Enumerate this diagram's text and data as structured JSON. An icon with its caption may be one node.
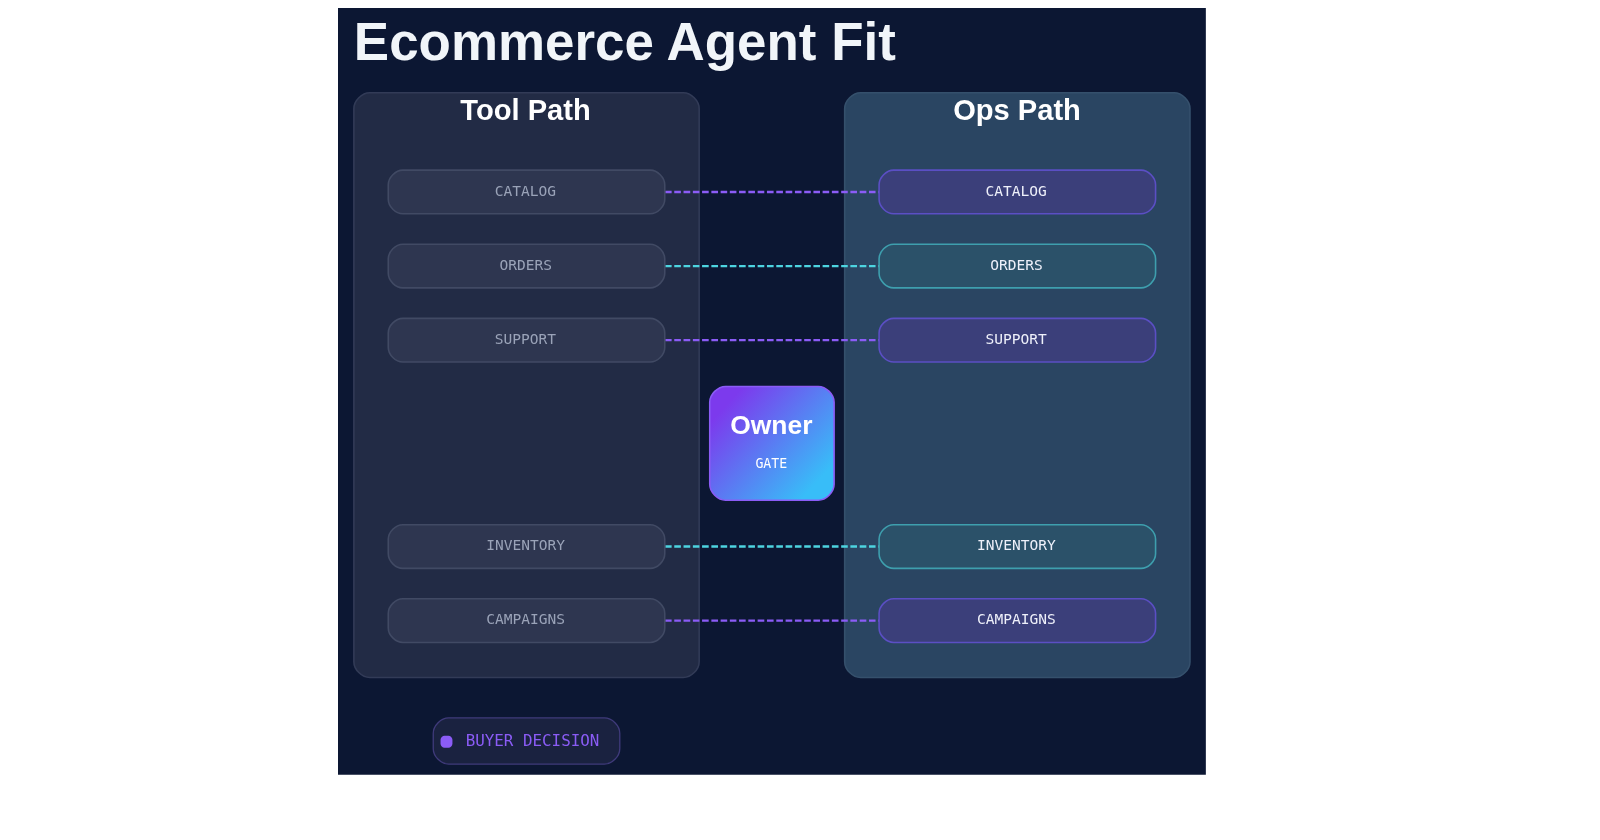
{
  "diagram": {
    "title": "Ecommerce Agent Fit",
    "nodes": [
      {
        "text": [
          "Tool Path"
        ]
      },
      {
        "text": [
          "CATALOG"
        ],
        "in": 0
      },
      {
        "text": [
          "ORDERS"
        ],
        "in": 0
      },
      {
        "text": [
          "SUPPORT"
        ],
        "in": 0
      },
      {
        "text": [
          "INVENTORY"
        ],
        "in": 0
      },
      {
        "text": [
          "CAMPAIGNS"
        ],
        "in": 0
      },
      {
        "text": [
          "Ops Path"
        ]
      },
      {
        "text": [
          "CATALOG"
        ],
        "in": 6
      },
      {
        "text": [
          "ORDERS"
        ],
        "in": 6
      },
      {
        "text": [
          "SUPPORT"
        ],
        "in": 6
      },
      {
        "text": [
          "INVENTORY"
        ],
        "in": 6
      },
      {
        "text": [
          "CAMPAIGNS"
        ],
        "in": 6
      },
      {
        "text": [
          "Owner",
          "GATE"
        ]
      }
    ],
    "edges": [
      {
        "from": 1,
        "to": 7,
        "arrow": "none",
        "style": "dashed"
      },
      {
        "from": 2,
        "to": 8,
        "arrow": "none",
        "style": "dashed",
        "color": "#4dd4e0"
      },
      {
        "from": 3,
        "to": 9,
        "arrow": "none",
        "style": "dashed"
      },
      {
        "from": 4,
        "to": 10,
        "arrow": "none",
        "style": "dashed",
        "color": "#4dd4e0"
      },
      {
        "from": 5,
        "to": 11,
        "arrow": "none",
        "style": "dashed"
      }
    ],
    "labels": [
      "BUYER DECISION"
    ]
  }
}
